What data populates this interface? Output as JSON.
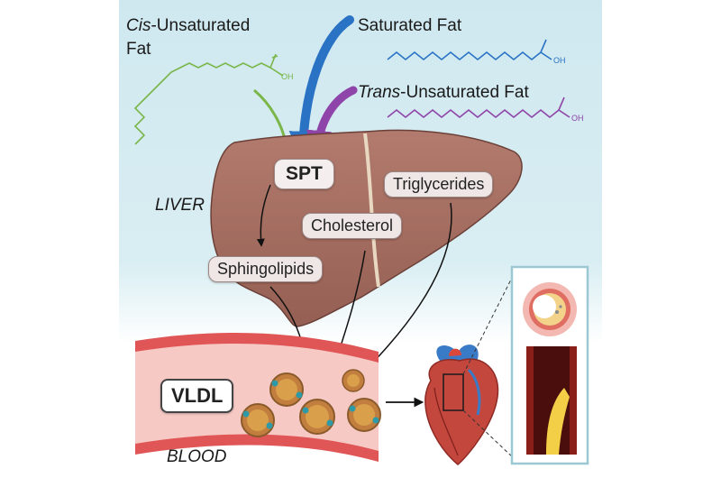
{
  "labels": {
    "cis_prefix": "Cis",
    "cis_suffix": "-Unsaturated",
    "cis_line2": "Fat",
    "saturated": "Saturated Fat",
    "trans_prefix": "Trans",
    "trans_suffix": "-Unsaturated Fat",
    "oh": "OH",
    "liver": "LIVER",
    "blood": "BLOOD"
  },
  "boxes": {
    "spt": "SPT",
    "triglycerides": "Triglycerides",
    "cholesterol": "Cholesterol",
    "sphingolipids": "Sphingolipids",
    "vldl": "VLDL"
  },
  "colors": {
    "cis": "#7ab648",
    "saturated": "#2a73c4",
    "trans": "#8e44a8",
    "liver": "#a06a5e",
    "vessel": "#e05656",
    "background": "#cfe8ef"
  }
}
